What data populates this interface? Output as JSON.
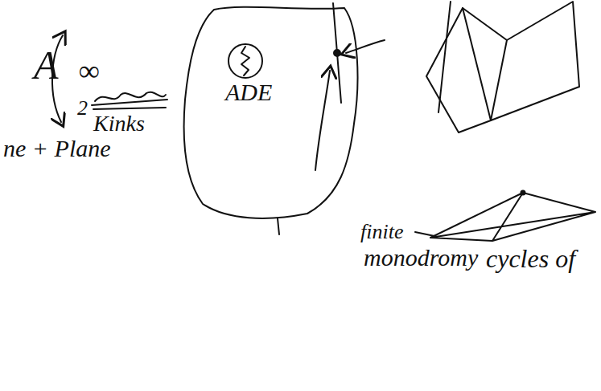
{
  "diagram": {
    "nodes": [
      {
        "text": [
          "ADE"
        ]
      }
    ],
    "labels": [
      "A",
      "∞",
      "2",
      "Kinks",
      "ne + Plane",
      "finite",
      "monodromy",
      "cycles of"
    ]
  }
}
